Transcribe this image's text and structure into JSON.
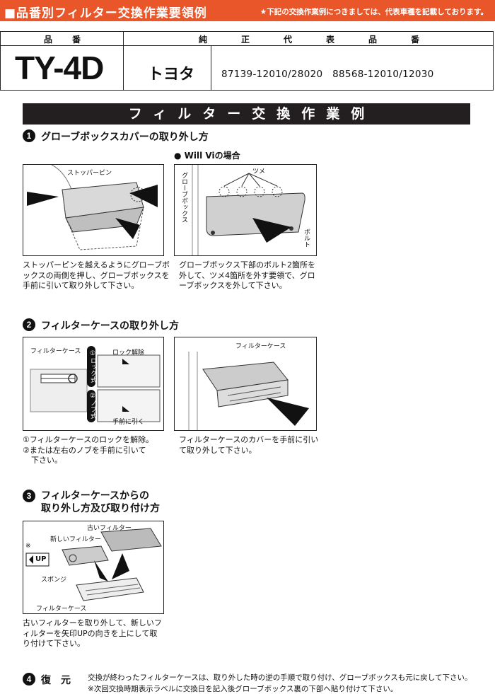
{
  "header": {
    "title": "■品番別フィルター交換作業要領例",
    "note": "★下記の交換作業例につきましては、代表車種を記載しております。"
  },
  "spec": {
    "col1_label": "品番",
    "col2_label": "純正代表品番",
    "model": "TY-4D",
    "maker": "トヨタ",
    "parts": "87139-12010/28020　88568-12010/12030"
  },
  "banner": "フィルター交換作業例",
  "step1": {
    "num": "1",
    "title": "グローブボックスカバーの取り外し方",
    "sub": "● Will Viの場合",
    "fig1_label": "ストッパーピン",
    "fig2_label_claw": "ツメ",
    "fig2_label_box": "グローブボックス",
    "fig2_label_bolt": "ボルト",
    "caption1": "ストッパーピンを越えるようにグローブボックスの両側を押し、グローブボックスを手前に引いて取り外して下さい。",
    "caption2": "グローブボックス下部のボルト2箇所を外して、ツメ4箇所を外す要領で、グローブボックスを外して下さい。"
  },
  "step2": {
    "num": "2",
    "title": "フィルターケースの取り外し方",
    "fig1_label_case": "フィルターケース",
    "fig1_label_lock_type": "①ロック式",
    "fig1_label_knob_type": "②ノブ式",
    "fig1_label_unlock": "ロック解除",
    "fig1_label_pull": "手前に引く",
    "fig2_label_case": "フィルターケース",
    "caption1a": "①フィルターケースのロックを解除。",
    "caption1b": "②または左右のノブを手前に引いて",
    "caption1c": "下さい。",
    "caption2": "フィルターケースのカバーを手前に引いて取り外して下さい。"
  },
  "step3": {
    "num": "3",
    "title_line1": "フィルターケースからの",
    "title_line2": "取り外し方及び取り付け方",
    "label_old": "古いフィルター",
    "label_new": "新しいフィルター",
    "label_note": "※",
    "label_up": "UP",
    "label_sponge": "スポンジ",
    "label_case": "フィルターケース",
    "caption": "古いフィルターを取り外して、新しいフィルターを矢印UPの向きを上にして取り付けて下さい。"
  },
  "step4": {
    "num": "4",
    "title": "復　元",
    "text1": "交換が終わったフィルターケースは、取り外した時の逆の手順で取り付け、グローブボックスも元に戻して下さい。",
    "text2": "※次回交換時期表示ラベルに交換日を記入後グローブボックス裏の下部へ貼り付けて下さい。"
  },
  "colors": {
    "accent": "#e9562a",
    "banner": "#231f20"
  }
}
